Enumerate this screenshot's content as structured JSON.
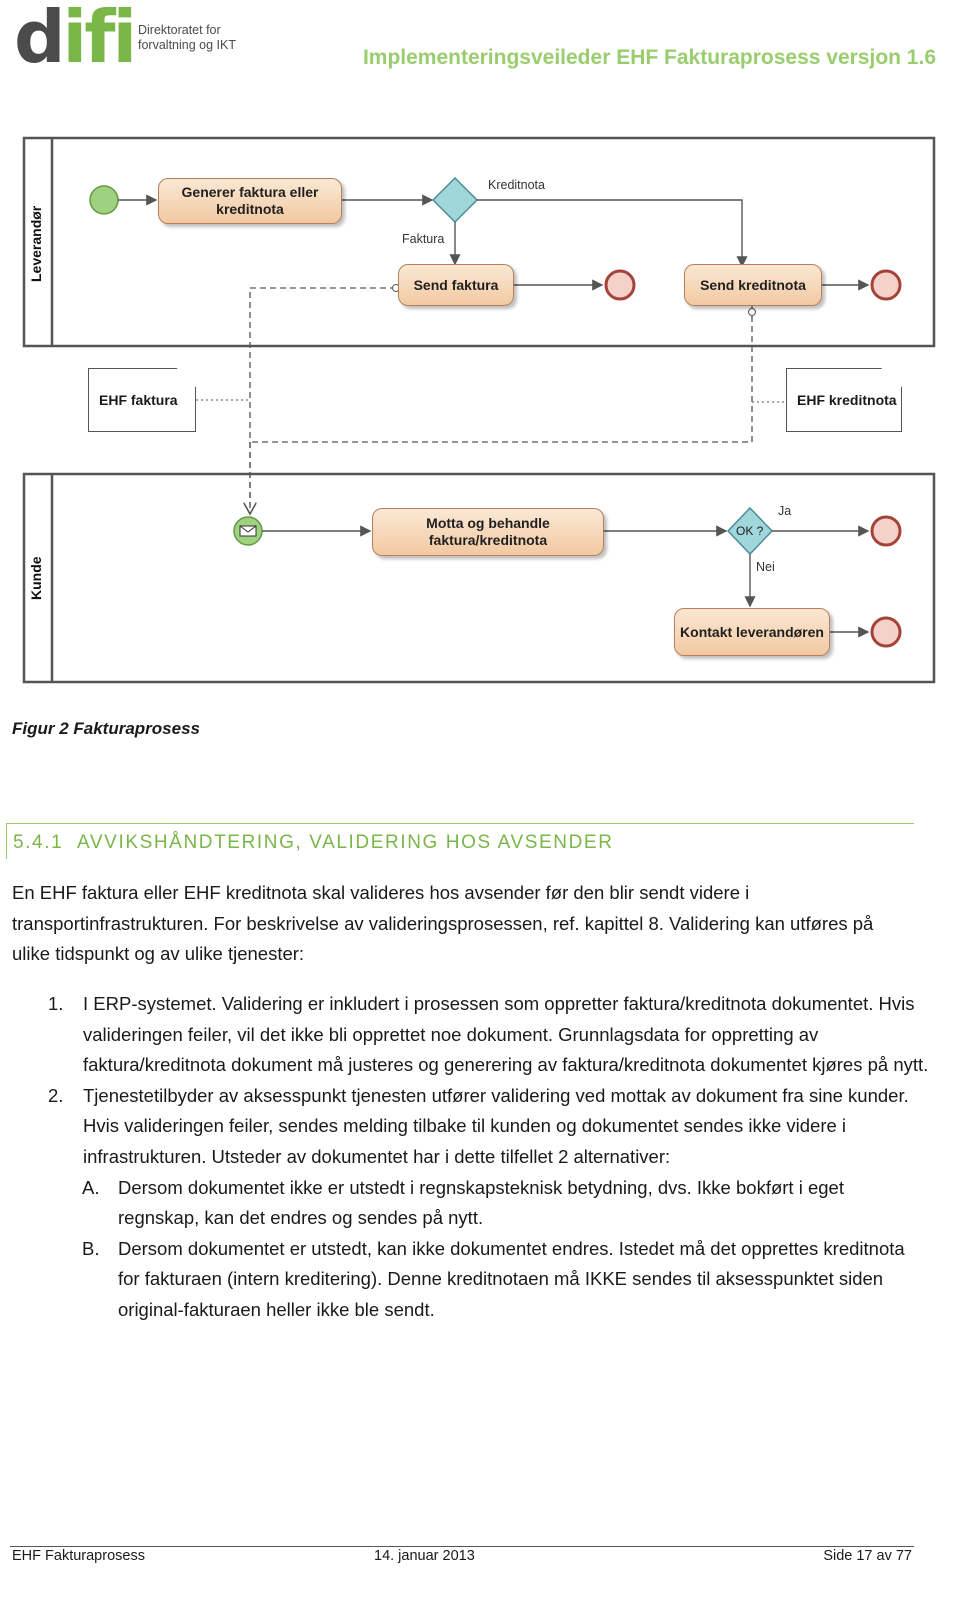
{
  "header": {
    "logo_text": "difi",
    "org_line1": "Direktoratet for",
    "org_line2": "forvaltning og IKT",
    "doc_title": "Implementeringsveileder EHF Fakturaprosess versjon 1.6"
  },
  "diagram": {
    "lane_top": "Leverandør",
    "lane_bottom": "Kunde",
    "tasks": {
      "generate": "Generer faktura eller kreditnota",
      "send_invoice": "Send faktura",
      "send_credit": "Send kreditnota",
      "receive": "Motta og behandle faktura/kreditnota",
      "contact": "Kontakt leverandøren"
    },
    "documents": {
      "invoice": "EHF faktura",
      "credit": "EHF kreditnota"
    },
    "labels": {
      "kreditnota": "Kreditnota",
      "faktura": "Faktura",
      "ok_gateway": "OK ?",
      "yes": "Ja",
      "no": "Nei"
    },
    "colors": {
      "task_fill": "#f2c9a2",
      "start_event": "#9fd27e",
      "end_event": "#f4d2c9",
      "gateway": "#9fd7dd"
    }
  },
  "caption": "Figur 2 Fakturaprosess",
  "section": {
    "number": "5.4.1",
    "title": "AVVIKSHÅNDTERING, VALIDERING HOS AVSENDER"
  },
  "intro": "En EHF faktura eller EHF kreditnota skal valideres hos avsender før den blir sendt videre i transportinfrastrukturen.  For beskrivelse av valideringsprosessen, ref. kapittel 8.  Validering kan utføres på ulike tidspunkt og av ulike tjenester:",
  "list": [
    {
      "num": "1.",
      "text": "I ERP-systemet.  Validering er inkludert i prosessen som oppretter faktura/kreditnota dokumentet.  Hvis valideringen feiler, vil det ikke bli opprettet noe dokument. Grunnlagsdata for oppretting av faktura/kreditnota dokument må justeres og generering av faktura/kreditnota dokumentet kjøres på nytt."
    },
    {
      "num": "2.",
      "text": "Tjenestetilbyder av aksesspunkt tjenesten utfører validering ved mottak av dokument fra sine kunder.  Hvis valideringen feiler, sendes melding tilbake til kunden og dokumentet sendes ikke videre i infrastrukturen.  Utsteder av dokumentet har i dette tilfellet 2 alternativer:"
    }
  ],
  "sublist": [
    {
      "num": "A.",
      "text": "Dersom dokumentet ikke er utstedt i regnskapsteknisk betydning, dvs. Ikke bokført i eget regnskap, kan det endres og sendes på nytt."
    },
    {
      "num": "B.",
      "text": "Dersom dokumentet er utstedt, kan ikke dokumentet endres.  Istedet må det opprettes kreditnota for fakturaen (intern kreditering).  Denne kreditnotaen må IKKE sendes til aksesspunktet siden original-fakturaen heller ikke ble sendt."
    }
  ],
  "footer": {
    "left": "EHF Fakturaprosess",
    "center": "14. januar 2013",
    "right": "Side 17 av 77"
  }
}
